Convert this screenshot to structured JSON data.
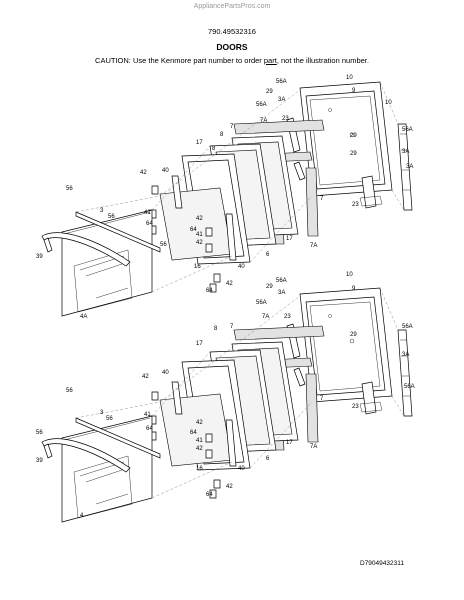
{
  "watermark": "AppliancePartsPros.com",
  "doc_number": "790.49532316",
  "title": "DOORS",
  "caution": {
    "before": "CAUTION: Use the Kenmore part number to order ",
    "underlined": "part",
    "after": ", not the illustration number."
  },
  "drawing_number": "D79049432311",
  "callouts_upper": [
    "10",
    "56A",
    "29",
    "3A",
    "9",
    "10",
    "56A",
    "8",
    "7",
    "7A",
    "23",
    "29",
    "3A",
    "17",
    "8",
    "56A",
    "42",
    "40",
    "7",
    "56",
    "3",
    "56",
    "41",
    "42",
    "64",
    "41",
    "42",
    "64",
    "56",
    "16",
    "40",
    "6",
    "17",
    "7A",
    "39",
    "4A",
    "3A",
    "29",
    "23",
    "64",
    "42"
  ],
  "callouts_lower": [
    "10",
    "56A",
    "29",
    "3A",
    "9",
    "56A",
    "8",
    "7",
    "7A",
    "23",
    "29",
    "56A",
    "3A",
    "17",
    "56A",
    "42",
    "40",
    "7",
    "56",
    "3",
    "56",
    "41",
    "42",
    "64",
    "41",
    "42",
    "64",
    "16",
    "40",
    "6",
    "17",
    "7A",
    "56",
    "23",
    "4",
    "39",
    "64",
    "42"
  ]
}
